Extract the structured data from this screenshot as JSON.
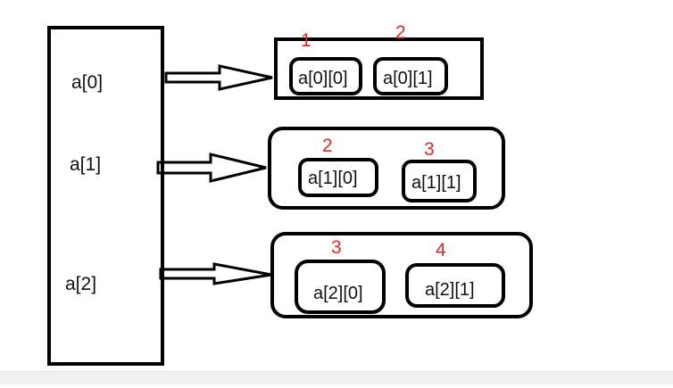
{
  "diagram": {
    "colors": {
      "stroke": "#000000",
      "number": "#e0262b"
    },
    "left_labels": [
      "a[0]",
      "a[1]",
      "a[2]"
    ],
    "rows": [
      {
        "cells": [
          {
            "label": "a[0][0]",
            "number": "1"
          },
          {
            "label": "a[0][1]",
            "number": "2"
          }
        ]
      },
      {
        "cells": [
          {
            "label": "a[1][0]",
            "number": "2"
          },
          {
            "label": "a[1][1]",
            "number": "3"
          }
        ]
      },
      {
        "cells": [
          {
            "label": "a[2][0]",
            "number": "3"
          },
          {
            "label": "a[2][1]",
            "number": "4"
          }
        ]
      }
    ]
  }
}
